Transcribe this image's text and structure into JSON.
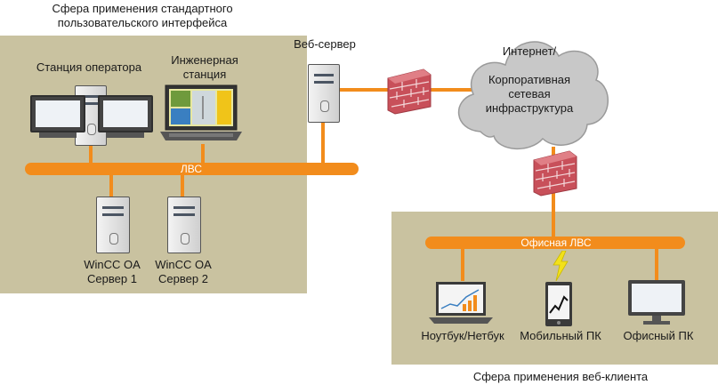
{
  "top_caption": "Сфера применения стандартного\nпользовательского интерфейса",
  "bottom_caption": "Сфера применения веб-клиента",
  "nodes": {
    "operator_station": "Станция оператора",
    "engineering_station": "Инженерная\nстанция",
    "web_server": "Веб-сервер",
    "internet": "Интернет/\n\nКорпоративная\nсетевая\nинфраструктура",
    "server1": "WinCC OA\nСервер 1",
    "server2": "WinCC OA\nСервер 2",
    "laptop": "Ноутбук/Нетбук",
    "mobile": "Мобильный ПК",
    "office_pc": "Офисный ПК"
  },
  "buses": {
    "lan": "ЛВС",
    "office_lan": "Офисная ЛВС"
  },
  "colors": {
    "zone_fill": "#c9c2a0",
    "bus_orange": "#f28c1c",
    "cloud_gray": "#c8c8c8",
    "firewall_red": "#c8505a"
  }
}
